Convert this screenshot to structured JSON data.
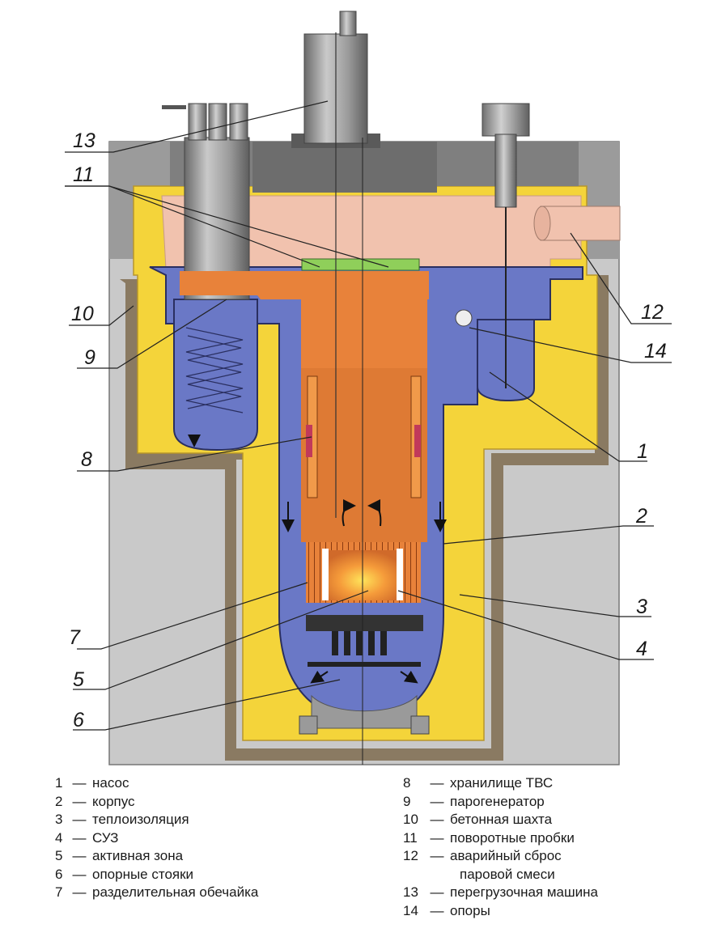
{
  "callouts": {
    "c1": "1",
    "c2": "2",
    "c3": "3",
    "c4": "4",
    "c5": "5",
    "c6": "6",
    "c7": "7",
    "c8": "8",
    "c9": "9",
    "c10": "10",
    "c11": "11",
    "c12": "12",
    "c13": "13",
    "c14": "14"
  },
  "legend_left": [
    {
      "num": "1",
      "dash": "—",
      "text": "насос"
    },
    {
      "num": "2",
      "dash": "—",
      "text": "корпус"
    },
    {
      "num": "3",
      "dash": "—",
      "text": "теплоизоляция"
    },
    {
      "num": "4",
      "dash": "—",
      "text": "СУЗ"
    },
    {
      "num": "5",
      "dash": "—",
      "text": "активная зона"
    },
    {
      "num": "6",
      "dash": "—",
      "text": "опорные стояки"
    },
    {
      "num": "7",
      "dash": "—",
      "text": "разделительная обечайка"
    }
  ],
  "legend_right": [
    {
      "num": "8",
      "dash": "—",
      "text": "хранилище ТВС"
    },
    {
      "num": "9",
      "dash": "—",
      "text": "парогенератор"
    },
    {
      "num": "10",
      "dash": "—",
      "text": "бетонная шахта"
    },
    {
      "num": "11",
      "dash": "—",
      "text": "поворотные пробки"
    },
    {
      "num": "12",
      "dash": "—",
      "text": "аварийный сброс"
    },
    {
      "num": "",
      "dash": "",
      "text": "паровой смеси"
    },
    {
      "num": "13",
      "dash": "—",
      "text": "перегрузочная машина"
    },
    {
      "num": "14",
      "dash": "—",
      "text": "опоры"
    }
  ],
  "colors": {
    "concrete": "#c8c8c8",
    "concrete_edge": "#8a8a8a",
    "liner": "#8a7a60",
    "insulation": "#f3d53c",
    "coolant": "#6a78c6",
    "hot_coolant": "#e8823a",
    "gas_plenum": "#f2c3b0",
    "plug": "#7d7d7d",
    "core_glow": "#ffd23a",
    "green_plug": "#8fcf5a"
  }
}
